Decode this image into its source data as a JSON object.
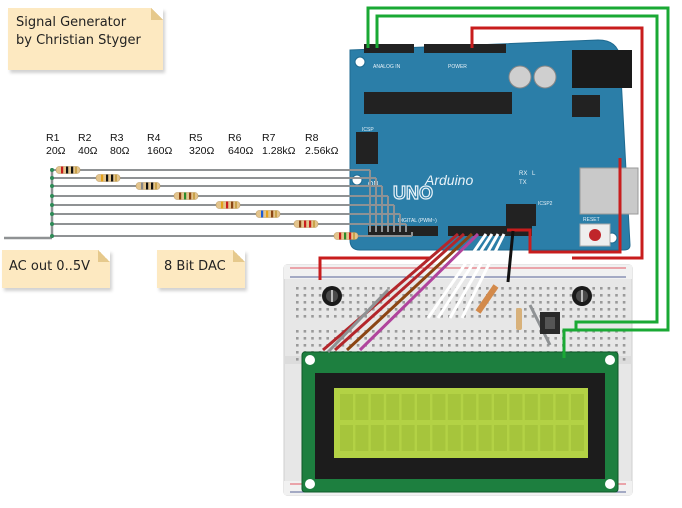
{
  "notes": {
    "title_line1": "Signal Generator",
    "title_line2": "by Christian Styger",
    "ac_out": "AC out 0..5V",
    "dac": "8 Bit DAC"
  },
  "resistors": [
    {
      "name": "R1",
      "value": "20Ω"
    },
    {
      "name": "R2",
      "value": "40Ω"
    },
    {
      "name": "R3",
      "value": "80Ω"
    },
    {
      "name": "R4",
      "value": "160Ω"
    },
    {
      "name": "R5",
      "value": "320Ω"
    },
    {
      "name": "R6",
      "value": "640Ω"
    },
    {
      "name": "R7",
      "value": "1.28kΩ"
    },
    {
      "name": "R8",
      "value": "2.56kΩ"
    }
  ],
  "arduino": {
    "brand": "Arduino",
    "model": "UNO",
    "on_label": "ON",
    "tx_label": "TX",
    "rx_label": "RX",
    "l_label": "L",
    "icsp_label": "ICSP",
    "icsp2_label": "ICSP2",
    "reset_label": "RESET",
    "power_label": "POWER",
    "analog_label": "ANALOG IN",
    "digital_label": "DIGITAL (PWM~)"
  },
  "colors": {
    "board": "#2b7ea8",
    "note": "#fde9c1",
    "wire_green": "#1aa934",
    "wire_red": "#c81d1d",
    "wire_gray": "#8f9294",
    "lcd_screen": "#b3d245",
    "lcd_pcb": "#1d7f3f",
    "breadboard": "#e8e8e8"
  }
}
